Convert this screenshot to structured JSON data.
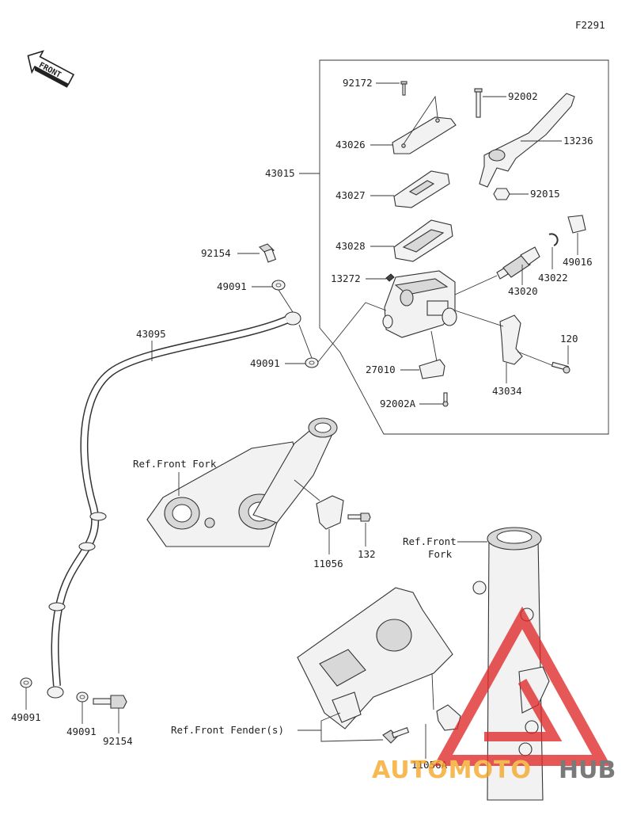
{
  "figure_code": "F2291",
  "front_badge": "FRONT",
  "watermark": {
    "text_a": "AUTOMOTO",
    "text_b": "HUB",
    "color_red": "#e02a2a",
    "color_orange": "#f5a623",
    "color_gray": "#555555"
  },
  "labels": {
    "p92172": "92172",
    "p92002": "92002",
    "p43026": "43026",
    "p13236": "13236",
    "p43015": "43015",
    "p43027": "43027",
    "p92015": "92015",
    "p43028": "43028",
    "p92154a": "92154",
    "p49016": "49016",
    "p43022": "43022",
    "p49091a": "49091",
    "p13272": "13272",
    "p43020": "43020",
    "p43095": "43095",
    "p120": "120",
    "p49091b": "49091",
    "p27010": "27010",
    "p43034": "43034",
    "p92002A": "92002A",
    "p132": "132",
    "p11056": "11056",
    "p49091c": "49091",
    "p49091d": "49091",
    "p92154b": "92154",
    "p11056A": "11056A"
  },
  "refs": {
    "front_fork_a": "Ref.Front Fork",
    "front_fork_b_line1": "Ref.Front",
    "front_fork_b_line2": "Fork",
    "front_fender": "Ref.Front Fender(s)"
  }
}
